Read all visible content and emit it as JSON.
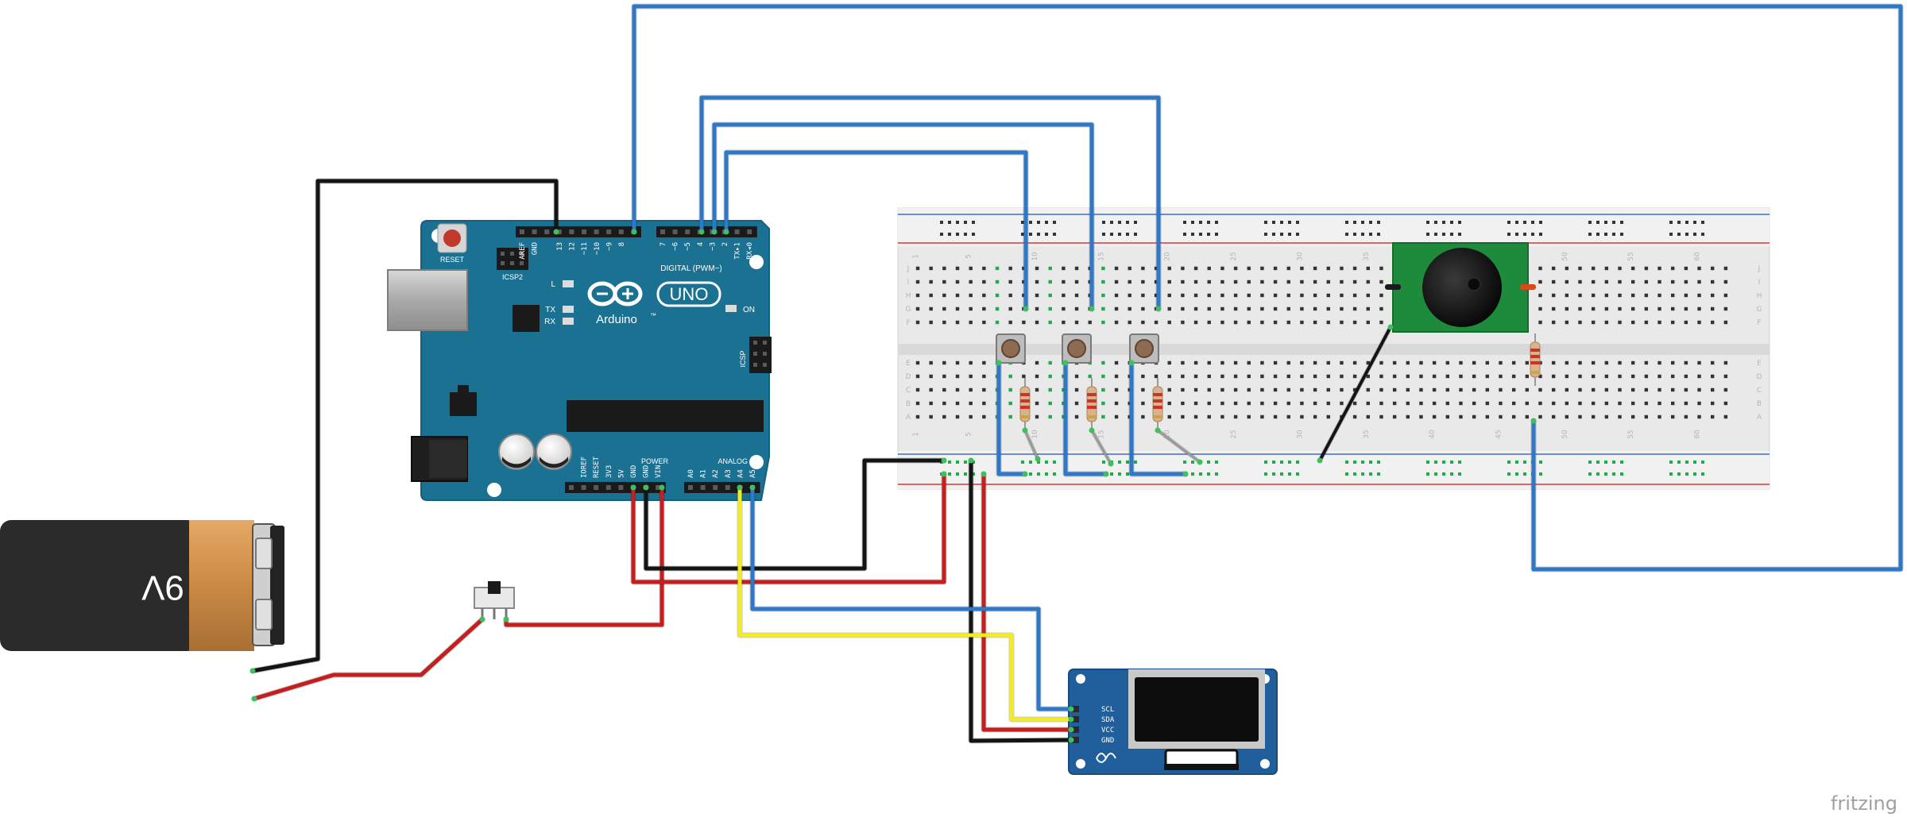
{
  "diagram": {
    "watermark": "fritzing",
    "battery": {
      "label": "9V"
    },
    "arduino": {
      "brand": "Arduino",
      "tm": "™",
      "model": "UNO",
      "reset_label": "RESET",
      "icsp2_label": "ICSP2",
      "icsp_label": "ICSP",
      "digital_label": "DIGITAL (PWM~)",
      "on_label": "ON",
      "l_label": "L",
      "tx_label": "TX",
      "rx_label": "RX",
      "power_label": "POWER",
      "analog_label": "ANALOG IN",
      "top_pins": [
        "AREF",
        "GND",
        "13",
        "12",
        "~11",
        "~10",
        "~9",
        "8",
        "7",
        "~6",
        "~5",
        "4",
        "~3",
        "2",
        "TX▸1",
        "RX◂0"
      ],
      "power_pins": [
        "IOREF",
        "RESET",
        "3V3",
        "5V",
        "GND",
        "GND",
        "VIN"
      ],
      "analog_pins": [
        "A0",
        "A1",
        "A2",
        "A3",
        "A4",
        "A5"
      ]
    },
    "breadboard": {
      "column_numbers": [
        "1",
        "5",
        "10",
        "15",
        "20",
        "25",
        "30",
        "35",
        "40",
        "45",
        "50",
        "55",
        "60"
      ],
      "row_letters_top": [
        "J",
        "I",
        "H",
        "G",
        "F"
      ],
      "row_letters_bottom": [
        "E",
        "D",
        "C",
        "B",
        "A"
      ]
    },
    "oled": {
      "pins": [
        "SCL",
        "SDA",
        "VCC",
        "GND"
      ]
    },
    "colors": {
      "wire_blue": "#2f78c8",
      "wire_red": "#c41e1e",
      "wire_black": "#141414",
      "wire_yellow": "#f2ec20",
      "board_teal": "#1b7192",
      "pcb_green": "#1e8a3c",
      "oled_blue": "#215f9c"
    }
  }
}
